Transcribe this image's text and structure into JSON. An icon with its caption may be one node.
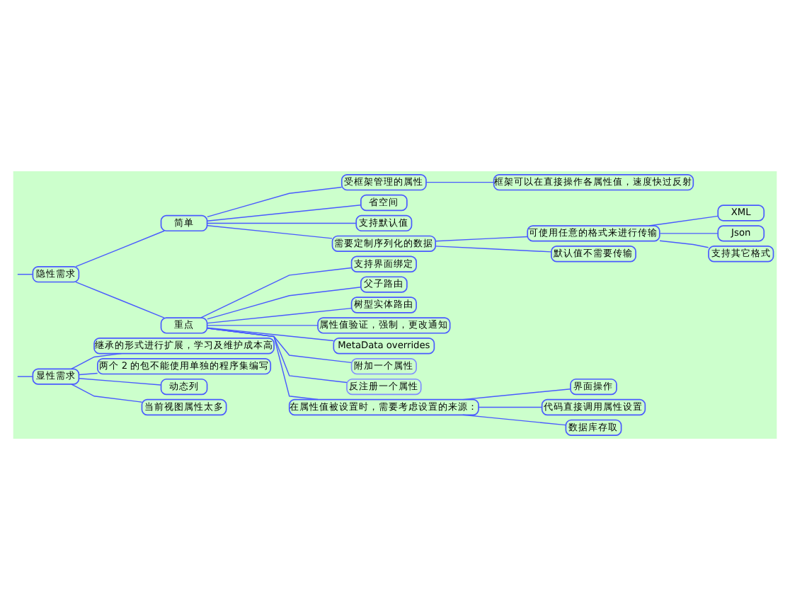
{
  "diagram": {
    "nodes": [
      {
        "text": [
          "显性需求"
        ]
      },
      {
        "text": [
          "继承的形式进行扩展，学习及维护成本高"
        ]
      },
      {
        "text": [
          "两个 2 的包不能使用单独的程序集编写"
        ]
      },
      {
        "text": [
          "动态列"
        ]
      },
      {
        "text": [
          "当前视图属性太多"
        ]
      },
      {
        "text": [
          "隐性需求"
        ]
      },
      {
        "text": [
          "简单"
        ]
      },
      {
        "text": [
          "受框架管理的属性"
        ]
      },
      {
        "text": [
          "框架可以在直接操作各属性值，速度快过反射"
        ]
      },
      {
        "text": [
          "省空间"
        ]
      },
      {
        "text": [
          "支持默认值"
        ]
      },
      {
        "text": [
          "需要定制序列化的数据"
        ]
      },
      {
        "text": [
          "可使用任意的格式来进行传输"
        ]
      },
      {
        "text": [
          "XML"
        ]
      },
      {
        "text": [
          "Json"
        ]
      },
      {
        "text": [
          "支持其它格式"
        ]
      },
      {
        "text": [
          "默认值不需要传输"
        ]
      },
      {
        "text": [
          "重点"
        ]
      },
      {
        "text": [
          "支持界面绑定"
        ]
      },
      {
        "text": [
          "父子路由"
        ]
      },
      {
        "text": [
          "树型实体路由"
        ]
      },
      {
        "text": [
          "属性值验证，强制，更改通知"
        ]
      },
      {
        "text": [
          "MetaData overrides"
        ]
      },
      {
        "text": [
          "附加一个属性"
        ]
      },
      {
        "text": [
          "反注册一个属性"
        ]
      },
      {
        "text": [
          "在属性值被设置时，需要考虑设置的来源："
        ]
      },
      {
        "text": [
          "界面操作"
        ]
      },
      {
        "text": [
          "代码直接调用属性设置"
        ]
      },
      {
        "text": [
          "数据库存取"
        ]
      }
    ],
    "edges": [
      {
        "from": null,
        "to": 0,
        "arrow": "none"
      },
      {
        "from": 0,
        "to": 1,
        "arrow": "none"
      },
      {
        "from": 0,
        "to": 2,
        "arrow": "none"
      },
      {
        "from": 0,
        "to": 3,
        "arrow": "none"
      },
      {
        "from": 0,
        "to": 4,
        "arrow": "none"
      },
      {
        "from": null,
        "to": 5,
        "arrow": "none"
      },
      {
        "from": 5,
        "to": 6,
        "arrow": "none"
      },
      {
        "from": 6,
        "to": 7,
        "arrow": "none"
      },
      {
        "from": 7,
        "to": 8,
        "arrow": "none"
      },
      {
        "from": 6,
        "to": 9,
        "arrow": "none"
      },
      {
        "from": 6,
        "to": 10,
        "arrow": "none"
      },
      {
        "from": 6,
        "to": 11,
        "arrow": "none"
      },
      {
        "from": 11,
        "to": 12,
        "arrow": "none"
      },
      {
        "from": 12,
        "to": 13,
        "arrow": "none"
      },
      {
        "from": 12,
        "to": 14,
        "arrow": "none"
      },
      {
        "from": 12,
        "to": 15,
        "arrow": "none"
      },
      {
        "from": 11,
        "to": 16,
        "arrow": "none"
      },
      {
        "from": 5,
        "to": 17,
        "arrow": "none"
      },
      {
        "from": 17,
        "to": 18,
        "arrow": "none"
      },
      {
        "from": 17,
        "to": 19,
        "arrow": "none"
      },
      {
        "from": 17,
        "to": 20,
        "arrow": "none"
      },
      {
        "from": 17,
        "to": 21,
        "arrow": "none"
      },
      {
        "from": 17,
        "to": 22,
        "arrow": "none"
      },
      {
        "from": 17,
        "to": 23,
        "arrow": "none"
      },
      {
        "from": 17,
        "to": 24,
        "arrow": "none"
      },
      {
        "from": 17,
        "to": 25,
        "arrow": "none"
      },
      {
        "from": 25,
        "to": 26,
        "arrow": "none"
      },
      {
        "from": 25,
        "to": 27,
        "arrow": "none"
      },
      {
        "from": 25,
        "to": 28,
        "arrow": "none"
      }
    ]
  }
}
